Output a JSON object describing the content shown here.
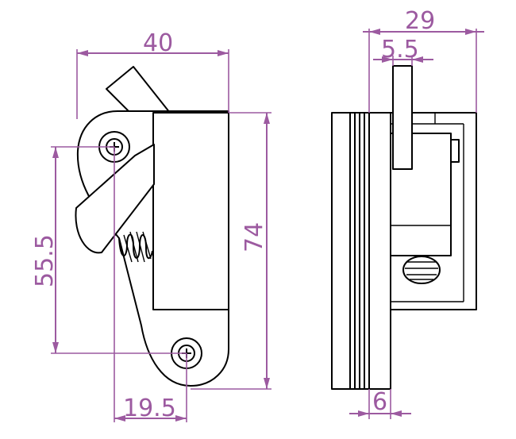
{
  "drawing": {
    "front_view": {
      "dim_width": "40",
      "dim_height": "74",
      "dim_hole_spacing_vertical": "55.5",
      "dim_hole_offset_horizontal": "19.5"
    },
    "side_view": {
      "dim_depth": "29",
      "dim_tab_width": "5.5",
      "dim_plate_thickness": "6"
    },
    "colors": {
      "dimension": "#9c5aa0",
      "outline": "#000000",
      "background": "#ffffff"
    }
  }
}
